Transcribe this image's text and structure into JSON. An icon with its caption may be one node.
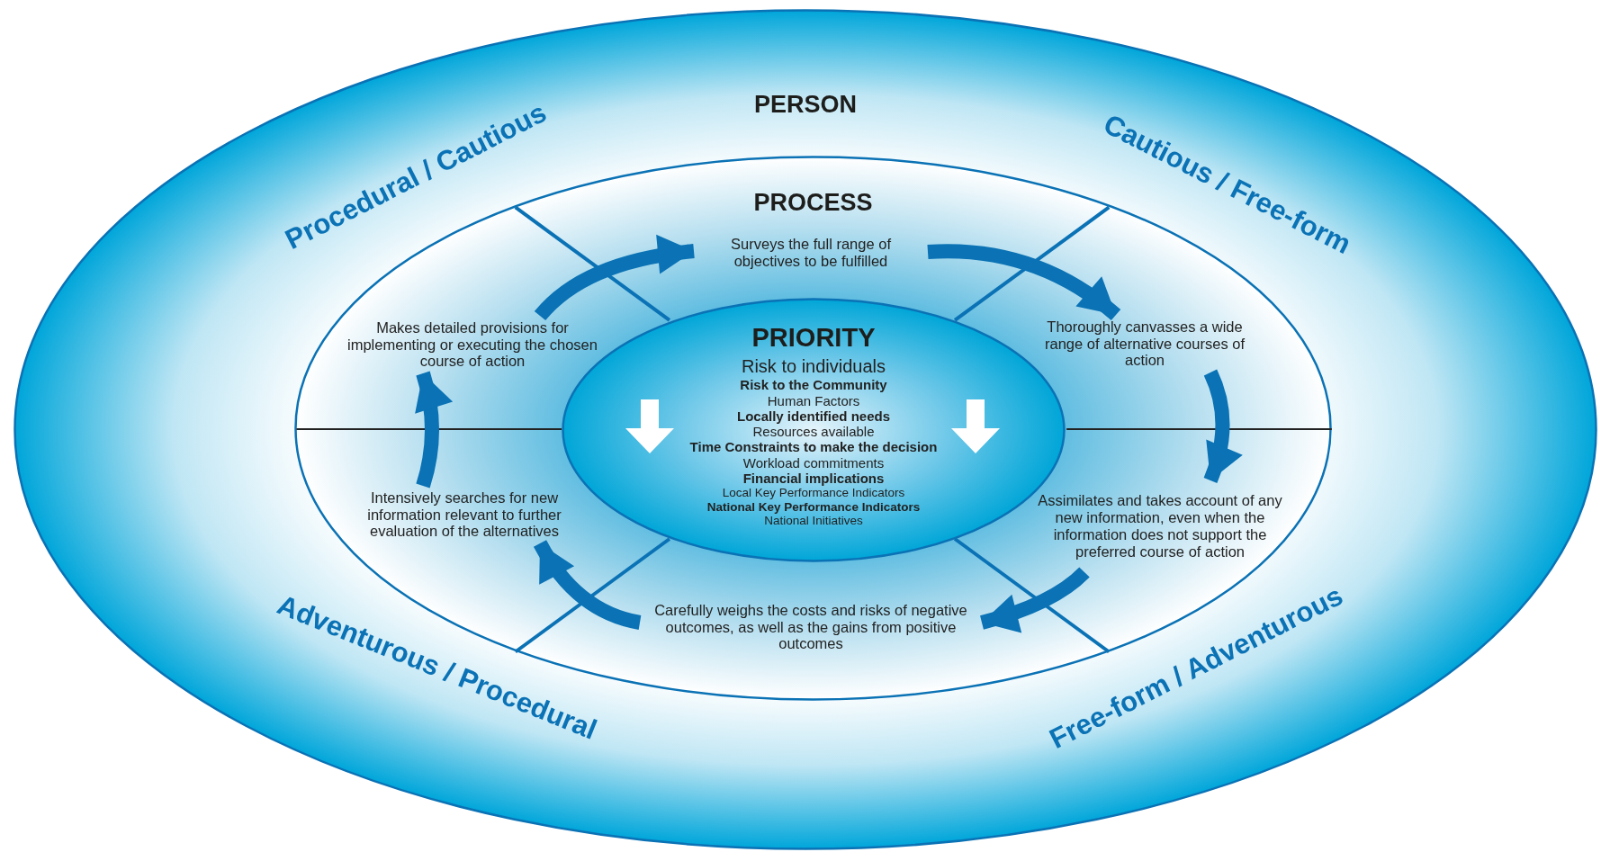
{
  "diagram": {
    "nodes": [
      {
        "text": [
          "PERSON"
        ]
      },
      {
        "text": [
          "PROCESS"
        ],
        "in": 0
      },
      {
        "text": [
          "PRIORITY",
          "Risk to individuals",
          "Risk to the Community",
          "Human Factors",
          "Locally identified needs",
          "Resources available",
          "Time Constraints to make the decision",
          "Workload commitments",
          "Financial implications",
          "Local Key Performance Indicators",
          "National Key Performance Indicators",
          "National Initiatives"
        ],
        "in": 1
      },
      {
        "text": [
          "Surveys the full range of objectives to be fulfilled"
        ],
        "in": 1
      },
      {
        "text": [
          "Thoroughly canvasses a wide range of alternative courses of action"
        ],
        "in": 1
      },
      {
        "text": [
          "Assimilates and takes account of any new information, even when the information does not support the preferred course of action"
        ],
        "in": 1
      },
      {
        "text": [
          "Carefully weighs the costs and risks of negative outcomes, as well as the gains from positive outcomes"
        ],
        "in": 1
      },
      {
        "text": [
          "Intensively searches for new information relevant to further evaluation of the alternatives"
        ],
        "in": 1
      },
      {
        "text": [
          "Makes detailed provisions for implementing or executing the chosen course of action"
        ],
        "in": 1
      }
    ],
    "edges": [
      {
        "from": 3,
        "to": 4,
        "arrow": "to"
      },
      {
        "from": 4,
        "to": 5,
        "arrow": "to"
      },
      {
        "from": 5,
        "to": 6,
        "arrow": "to"
      },
      {
        "from": 6,
        "to": 7,
        "arrow": "to"
      },
      {
        "from": 7,
        "to": 8,
        "arrow": "to"
      },
      {
        "from": 8,
        "to": 3,
        "arrow": "to"
      }
    ],
    "labels": [
      "Procedural / Cautious",
      "Cautious / Free-form",
      "Adventurous / Procedural",
      "Free-form / Adventurous"
    ]
  }
}
